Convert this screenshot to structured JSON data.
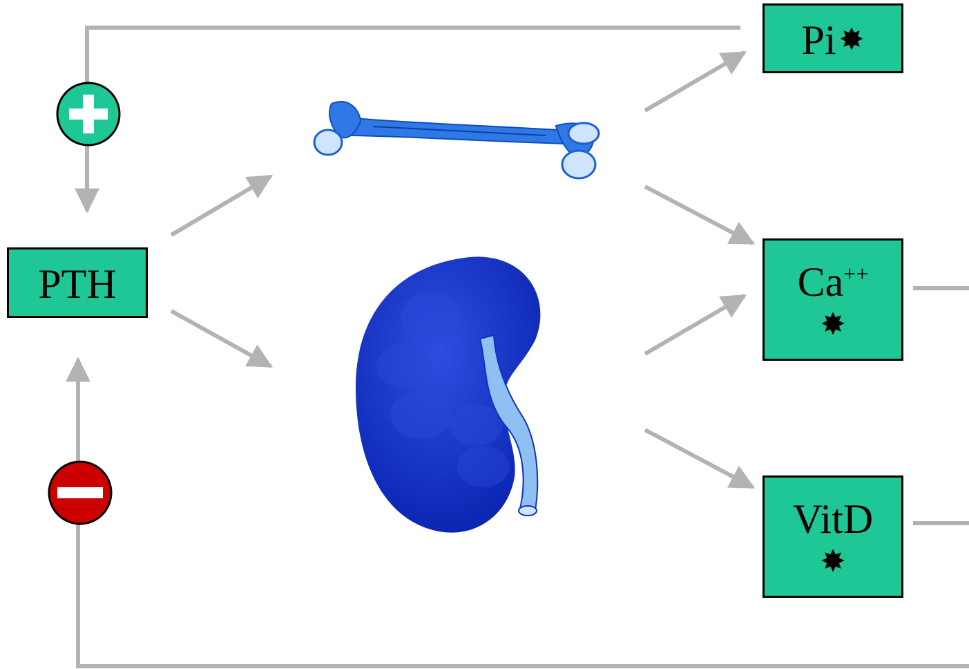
{
  "nodes": {
    "pth": {
      "label": "PTH"
    },
    "pi": {
      "label": "Pi",
      "marker": "✸"
    },
    "ca": {
      "label": "Ca",
      "superscript": "++",
      "marker": "✸"
    },
    "vitd": {
      "label": "VitD",
      "marker": "✸"
    }
  },
  "feedback": {
    "positive": {
      "symbol": "+",
      "color": "#1fc796"
    },
    "negative": {
      "symbol": "−",
      "color": "#cc0000"
    }
  },
  "organs": {
    "bone": {
      "icon": "bone-icon",
      "color": "#2f78e6"
    },
    "kidney": {
      "icon": "kidney-icon",
      "color": "#1030c8"
    }
  },
  "colors": {
    "box_fill": "#1fc796",
    "arrow": "#b3b3b3"
  }
}
